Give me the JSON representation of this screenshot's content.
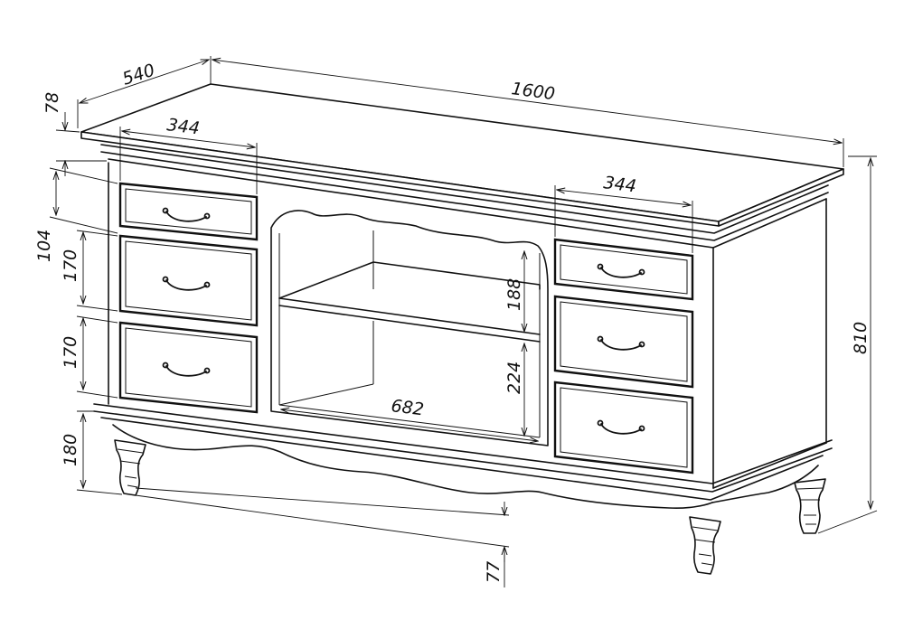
{
  "dimensions": {
    "depth": "540",
    "length": "1600",
    "top_thickness": "78",
    "drawer_width_left": "344",
    "drawer_width_right": "344",
    "top_drawer_height": "104",
    "drawer_height_middle": "170",
    "drawer_height_bottom": "170",
    "upper_shelf_height": "188",
    "lower_shelf_height": "224",
    "shelf_width": "682",
    "base_height": "180",
    "leg_height": "77",
    "total_height": "810"
  }
}
